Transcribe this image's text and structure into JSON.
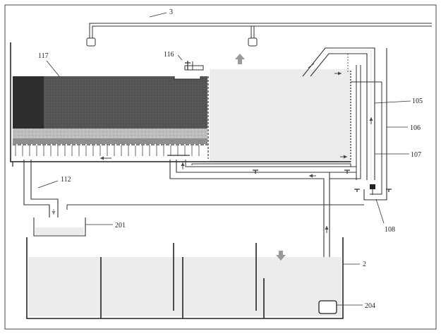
{
  "labels": {
    "l3": "3",
    "l117": "117",
    "l116": "116",
    "l105": "105",
    "l106": "106",
    "l107": "107",
    "l112": "112",
    "l201": "201",
    "l108": "108",
    "l2": "2",
    "l204": "204"
  },
  "colors": {
    "dark_bed": "#2e2e2e",
    "bed": "#555555",
    "gravel": "#b9b9b9",
    "water": "#ebebeb",
    "pipe": "#f4f4f4",
    "line": "#222222",
    "arrow_block": "#9a9a9a"
  }
}
